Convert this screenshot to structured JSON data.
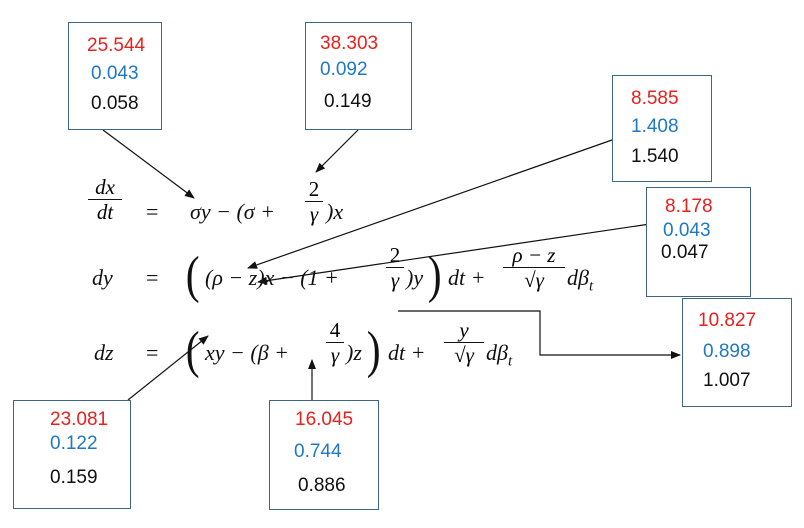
{
  "equations": {
    "row1": {
      "lhs_num": "dx",
      "lhs_den": "dt",
      "eq": "=",
      "part1": "σy − (σ +",
      "frac_num": "2",
      "frac_den": "γ",
      "part2": ")x"
    },
    "row2": {
      "lhs": "dy",
      "eq": "=",
      "part1": "(ρ − z)x − (1 +",
      "frac_num": "2",
      "frac_den": "γ",
      "part2": ")y",
      "dt": "dt +",
      "frac2_num": "ρ − z",
      "frac2_den": "√γ",
      "tail": "dβ",
      "sub": "t"
    },
    "row3": {
      "lhs": "dz",
      "eq": "=",
      "part1": "xy − (β +",
      "frac_num": "4",
      "frac_den": "γ",
      "part2": ")z",
      "dt": "dt +",
      "frac2_num": "y",
      "frac2_den": "√γ",
      "tail": "dβ",
      "sub": "t"
    }
  },
  "boxes": [
    {
      "id": "sigma-y",
      "red": "25.544",
      "blue": "0.043",
      "black": "0.058"
    },
    {
      "id": "sigma-plus",
      "red": "38.303",
      "blue": "0.092",
      "black": "0.149"
    },
    {
      "id": "rho",
      "red": "8.585",
      "blue": "1.408",
      "black": "1.540"
    },
    {
      "id": "one-plus",
      "red": "8.178",
      "blue": "0.043",
      "black": "0.047"
    },
    {
      "id": "dy-noise",
      "red": "10.827",
      "blue": "0.898",
      "black": "1.007"
    },
    {
      "id": "xy",
      "red": "23.081",
      "blue": "0.122",
      "black": "0.159"
    },
    {
      "id": "beta",
      "red": "16.045",
      "blue": "0.744",
      "black": "0.886"
    }
  ],
  "colors": {
    "red": "#e8201e",
    "blue": "#1f78c1",
    "border": "#3f6680"
  }
}
